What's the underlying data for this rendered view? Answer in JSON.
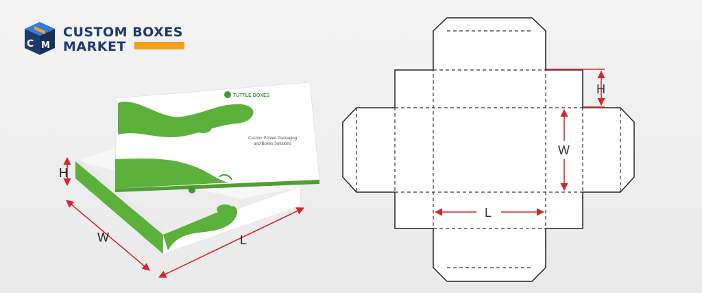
{
  "logo": {
    "line1": "CUSTOM BOXES",
    "line2": "MARKET",
    "icon": "cube-cm-logo-icon",
    "colors": {
      "navy": "#1e3a6d",
      "orange": "#f7a01d",
      "blue": "#2f7de1"
    }
  },
  "box_photo": {
    "brand": "TUTTLE BOXES",
    "tagline_line1": "Custom Printed Packaging",
    "tagline_line2": "and Boxes Solutions",
    "labels": {
      "height": "H",
      "width": "W",
      "length": "L"
    },
    "colors": {
      "green": "#5bb13a",
      "arrow": "#d9252a"
    }
  },
  "dieline": {
    "labels": {
      "height": "H",
      "width": "W",
      "length": "L"
    },
    "colors": {
      "cut": "#222222",
      "fold": "#333333",
      "arrow": "#d9252a"
    }
  }
}
